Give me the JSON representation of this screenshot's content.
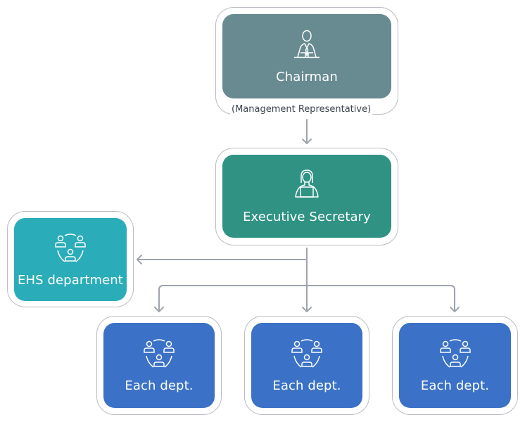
{
  "colors": {
    "chairman": "#688a91",
    "secretary": "#2f9283",
    "ehs": "#2aacb9",
    "dept": "#3b72c7",
    "connector": "#9ea3ad"
  },
  "nodes": {
    "chairman": {
      "label": "Chairman",
      "sublabel": "(Management Representative)",
      "icon": "person-at-desk-icon"
    },
    "secretary": {
      "label": "Executive Secretary",
      "icon": "person-with-laptop-icon"
    },
    "ehs": {
      "label": "EHS department",
      "icon": "team-group-icon"
    },
    "depts": [
      {
        "label": "Each dept.",
        "icon": "team-group-icon"
      },
      {
        "label": "Each dept.",
        "icon": "team-group-icon"
      },
      {
        "label": "Each dept.",
        "icon": "team-group-icon"
      }
    ]
  }
}
